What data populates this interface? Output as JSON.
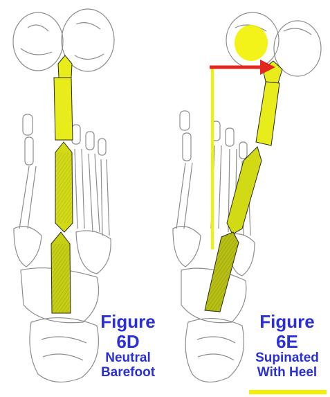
{
  "figures": [
    {
      "id": "6D",
      "label": "Figure",
      "number": "6D",
      "line1": "Neutral",
      "line2": "Barefoot"
    },
    {
      "id": "6E",
      "label": "Figure",
      "number": "6E",
      "line1": "Supinated",
      "line2": "With Heel"
    }
  ],
  "colors": {
    "caption": "#2a2fd8",
    "highlight": "#e8ec1a",
    "arrow": "#e3271c",
    "underline": "#f2f200",
    "sketch": "#9a9a9a"
  },
  "icons": [
    "foot-bone-sketch",
    "first-ray-segment",
    "displacement-arrow"
  ]
}
